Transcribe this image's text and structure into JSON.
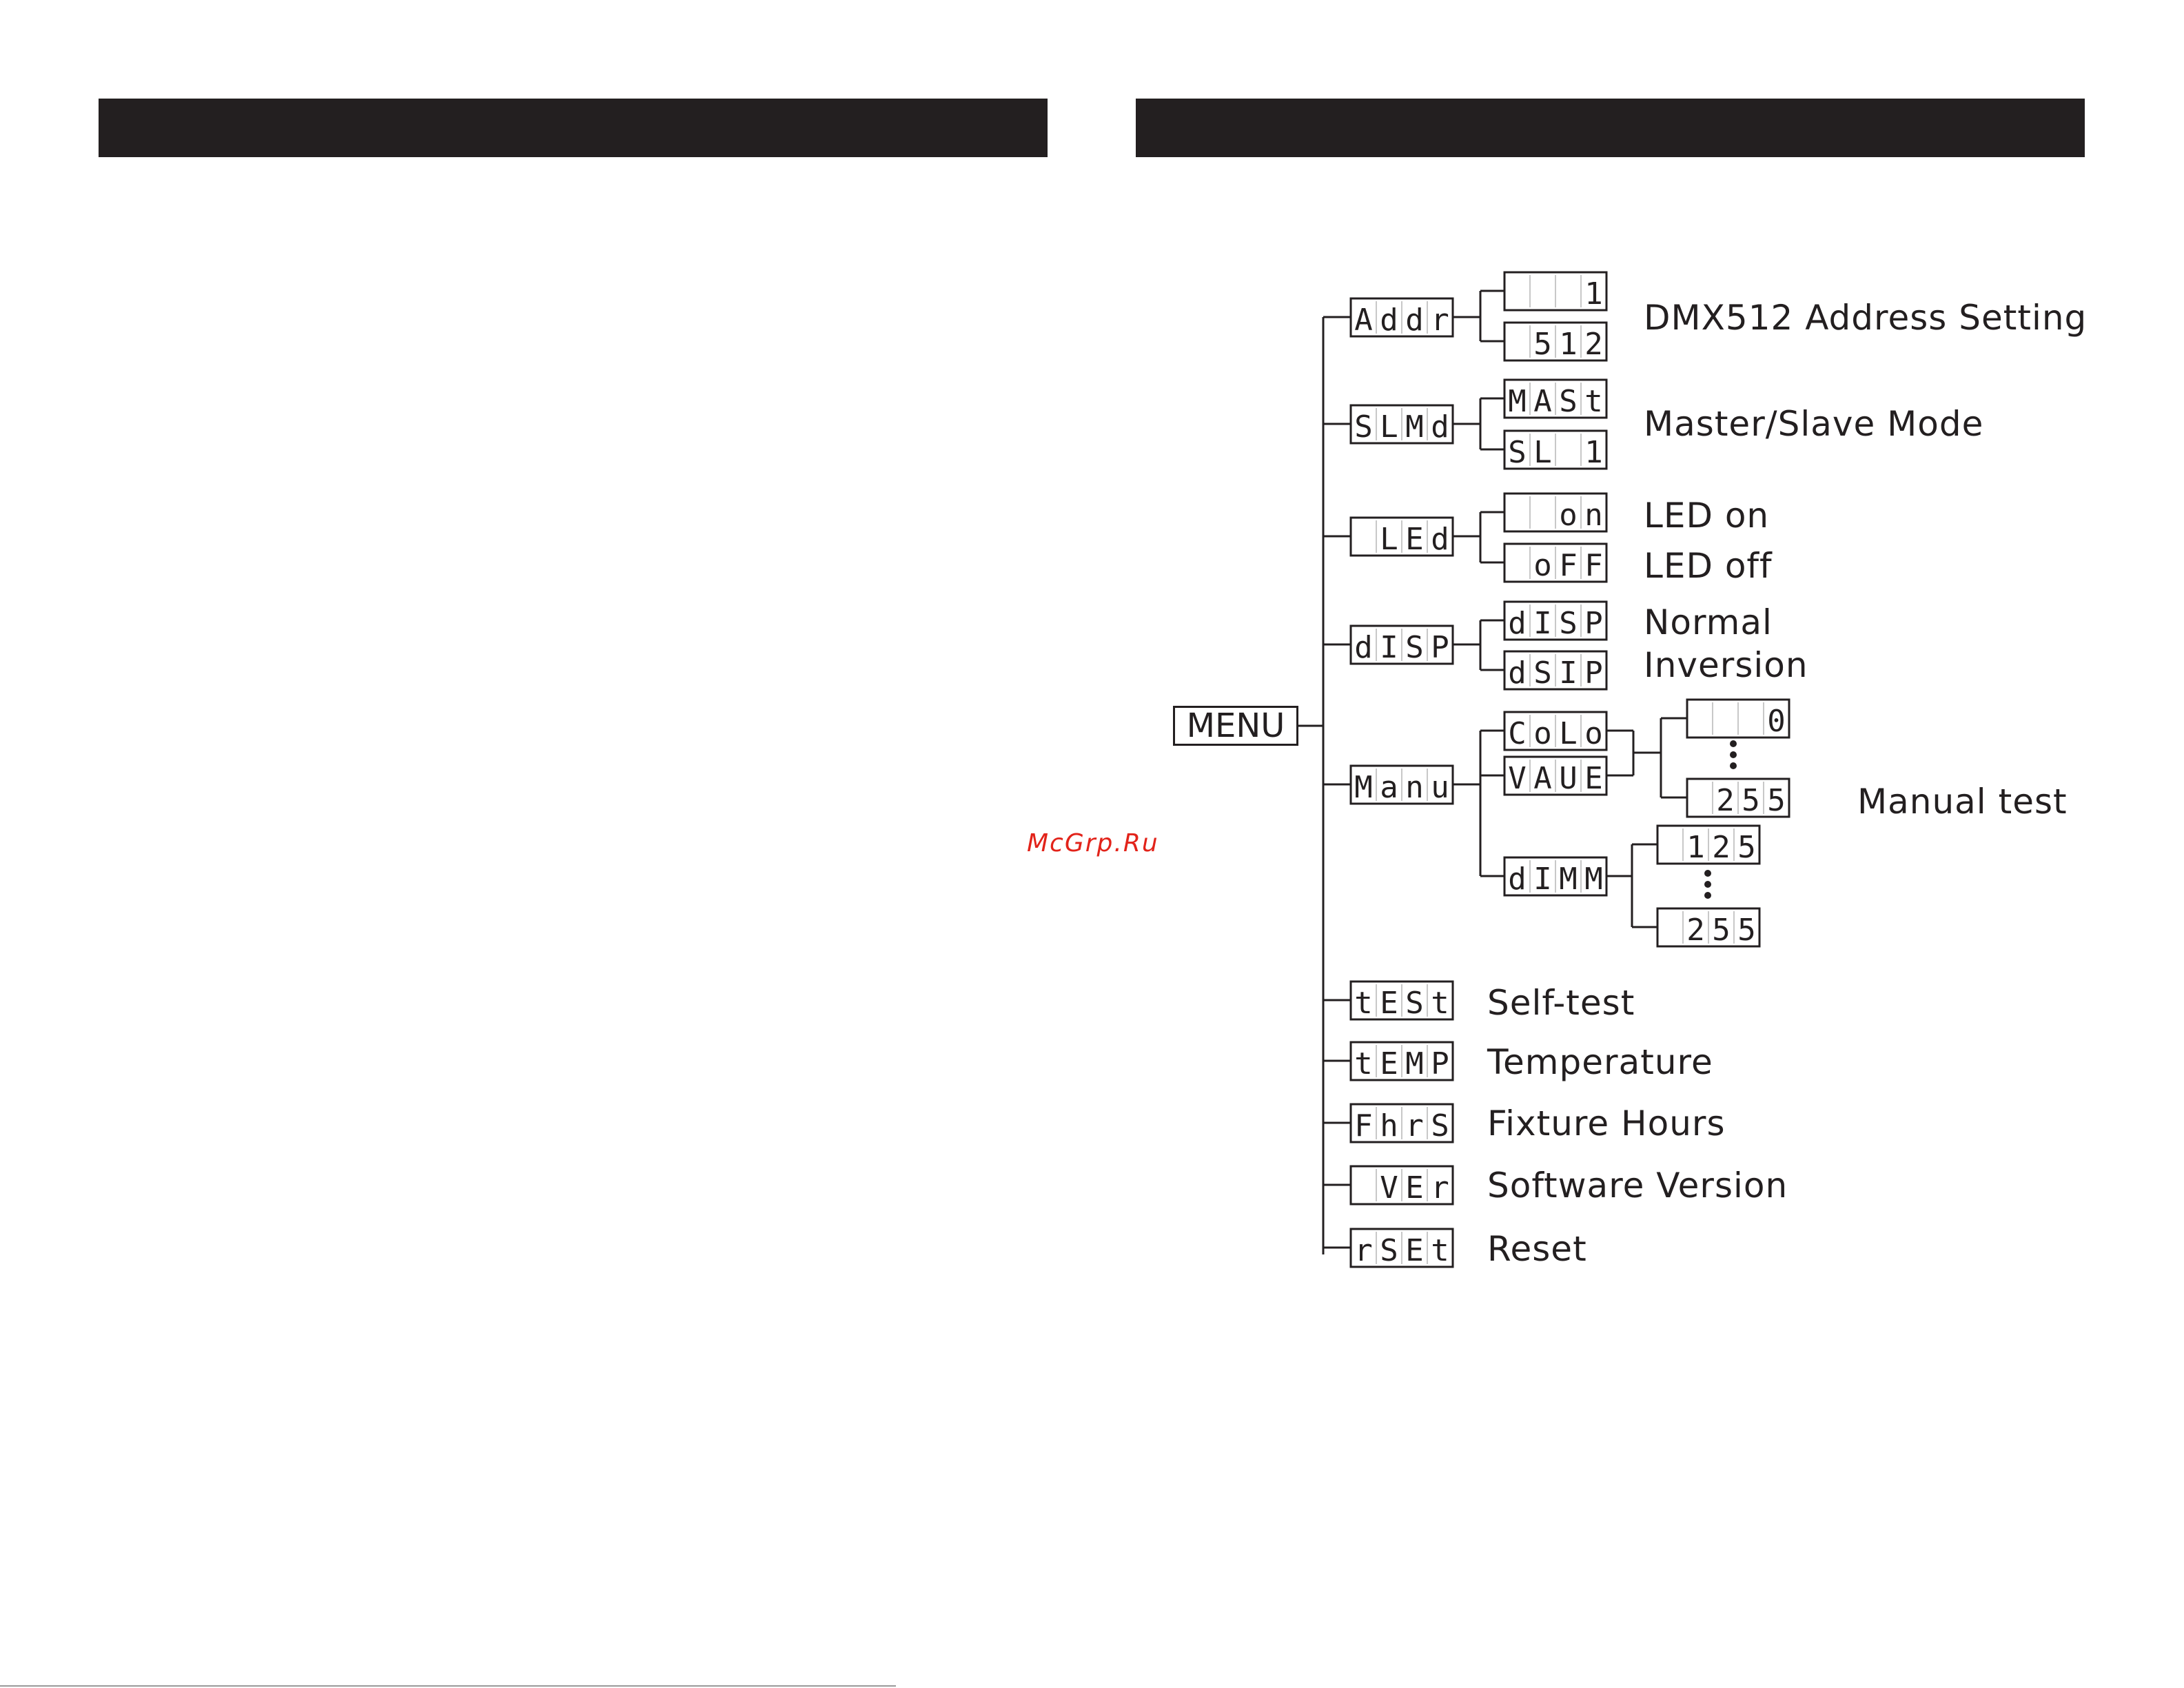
{
  "menu": {
    "label": "MENU"
  },
  "watermark": "McGrp.Ru",
  "tree": {
    "branches": [
      {
        "code": "Addr",
        "options": [
          "1",
          "512"
        ],
        "labels": [
          "DMX512 Address Setting"
        ]
      },
      {
        "code": "SLMd",
        "options": [
          "MASt",
          "SL 1"
        ],
        "labels": [
          "Master/Slave Mode"
        ]
      },
      {
        "code": "LEd",
        "options": [
          "on",
          "oFF"
        ],
        "labels": [
          "LED on",
          "LED off"
        ]
      },
      {
        "code": "dISP",
        "options": [
          "dISP",
          "dSIP"
        ],
        "labels": [
          "Normal",
          "Inversion"
        ]
      },
      {
        "code": "Manu",
        "options": [
          "CoLo",
          "VAUE",
          "dIMM"
        ],
        "values": [
          "0",
          "255",
          "125",
          "255"
        ],
        "labels": [
          "Manual test"
        ]
      },
      {
        "code": "tESt",
        "labels": [
          "Self-test"
        ]
      },
      {
        "code": "tEMP",
        "labels": [
          "Temperature"
        ]
      },
      {
        "code": "FhrS",
        "labels": [
          "Fixture Hours"
        ]
      },
      {
        "code": "VEr",
        "labels": [
          "Software Version"
        ]
      },
      {
        "code": "rSEt",
        "labels": [
          "Reset"
        ]
      }
    ]
  },
  "colors": {
    "ink": "#231f20",
    "header_bar": "#231f20",
    "watermark": "#e2231a"
  }
}
